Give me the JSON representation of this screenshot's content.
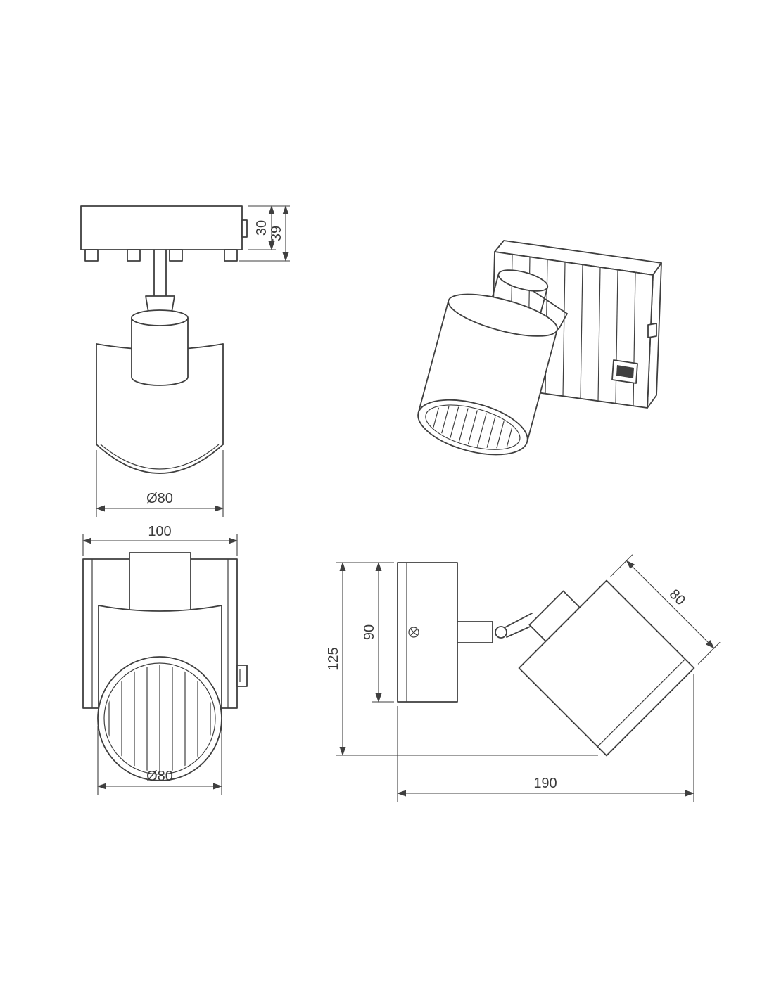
{
  "colors": {
    "background": "#ffffff",
    "line": "#3f3f3f",
    "text": "#3a3a3a"
  },
  "drawing": {
    "type": "technical-dimension-drawing",
    "subject": "wall-spotlight-luminaire",
    "views": {
      "front_ceiling": {
        "dims": {
          "plate_height": "30",
          "total_mount_height": "39",
          "shade_diameter": "Ø80"
        }
      },
      "front_wall": {
        "dims": {
          "plate_width": "100",
          "shade_diameter": "Ø80"
        }
      },
      "side_wall": {
        "dims": {
          "overall_height": "125",
          "plate_height": "90",
          "shade_diameter": "80",
          "overall_depth": "190"
        }
      }
    }
  }
}
